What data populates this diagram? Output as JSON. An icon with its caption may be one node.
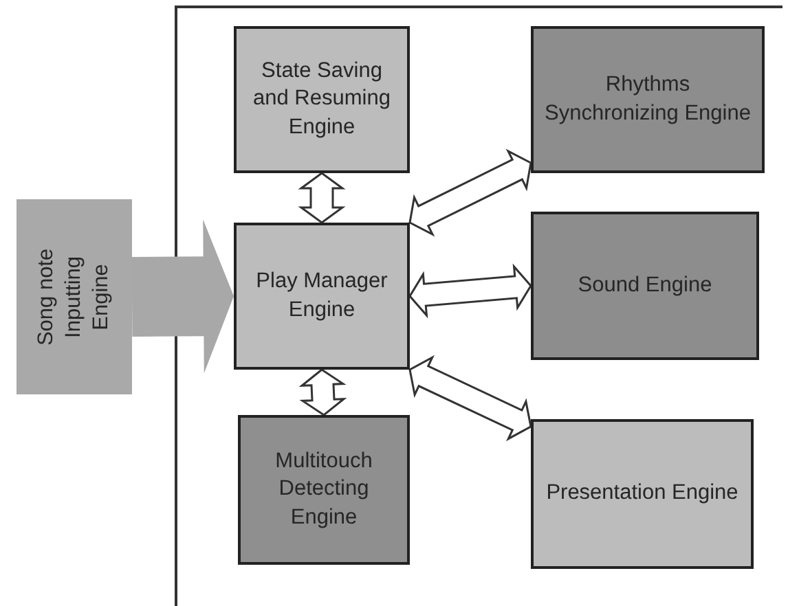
{
  "diagram": {
    "nodes": [
      {
        "text": [],
        "shape": "box"
      },
      {
        "text": [
          "State Saving and Resuming Engine"
        ],
        "in": 0
      },
      {
        "text": [
          "Rhythms Synchronizing Engine"
        ],
        "in": 0
      },
      {
        "text": [
          "Song note Inputting Engine"
        ]
      },
      {
        "text": [
          "Play Manager Engine"
        ],
        "in": 0
      },
      {
        "text": [
          "Sound Engine"
        ],
        "in": 0
      },
      {
        "text": [
          "Multitouch Detecting Engine"
        ],
        "in": 0
      },
      {
        "text": [
          "Presentation Engine"
        ],
        "in": 0
      }
    ],
    "edges": [
      {
        "from": 3,
        "to": 4,
        "arrow": "to",
        "style": "thick",
        "color": "#a8a8a8"
      },
      {
        "from": 1,
        "to": 4,
        "arrow": "both"
      },
      {
        "from": 4,
        "to": 2,
        "arrow": "both"
      },
      {
        "from": 4,
        "to": 5,
        "arrow": "both"
      },
      {
        "from": 4,
        "to": 7,
        "arrow": "both"
      },
      {
        "from": 4,
        "to": 6,
        "arrow": "both"
      }
    ]
  }
}
